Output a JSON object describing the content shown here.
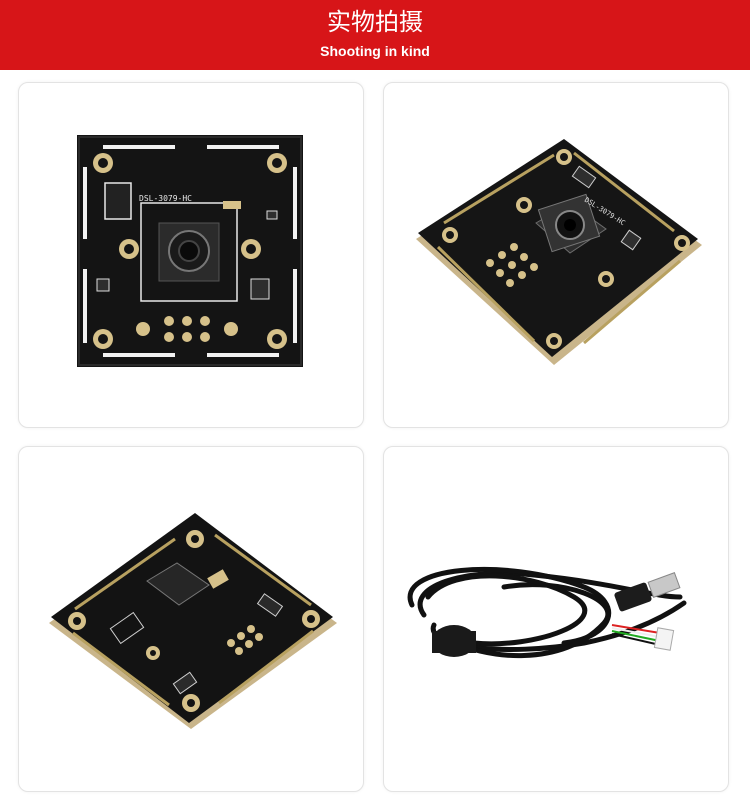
{
  "header": {
    "title": "实物拍摄",
    "subtitle": "Shooting in kind",
    "background_color": "#d71518"
  },
  "gallery": {
    "photos": [
      {
        "subject": "camera-board-front",
        "silkscreen": "DSL-3079-HC"
      },
      {
        "subject": "camera-board-angled",
        "silkscreen": "DSL-3079-HC"
      },
      {
        "subject": "camera-board-back"
      },
      {
        "subject": "usb-cable"
      }
    ]
  }
}
